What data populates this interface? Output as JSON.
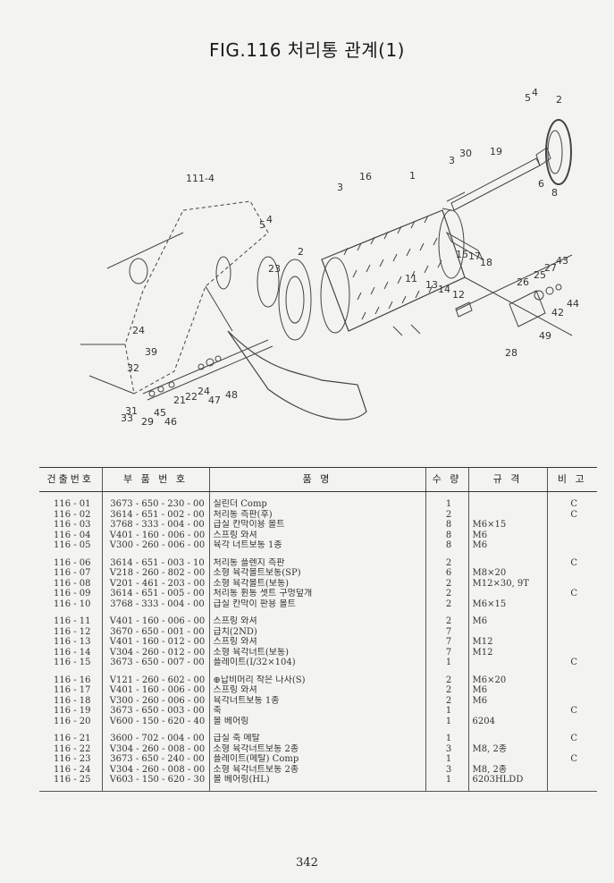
{
  "title": "FIG.116 처리통 관계(1)",
  "diagram_labels": {
    "l1": "5",
    "l2": "4",
    "l3": "2",
    "l4": "30",
    "l5": "19",
    "l6": "3",
    "l7": "6",
    "l8": "8",
    "l9": "111-4",
    "l10": "3",
    "l11": "16",
    "l12": "1",
    "l13": "5",
    "l14": "4",
    "l15": "2",
    "l16": "23",
    "l17": "15",
    "l18": "17",
    "l19": "18",
    "l20": "13",
    "l21": "14",
    "l22": "12",
    "l23": "11",
    "l24": "25",
    "l25": "27",
    "l26": "43",
    "l27": "26",
    "l28": "42",
    "l29": "44",
    "l30": "49",
    "l31": "28",
    "l32": "24",
    "l33": "39",
    "l34": "32",
    "l35": "21",
    "l36": "22",
    "l37": "24",
    "l38": "47",
    "l39": "48",
    "l40": "33",
    "l41": "31",
    "l42": "29",
    "l43": "45",
    "l44": "46"
  },
  "table": {
    "headers": [
      "건출번호",
      "부 품 번 호",
      "품 명",
      "수 량",
      "규 격",
      "비 고"
    ],
    "groups": [
      [
        {
          "no": "116 - 01",
          "part": "3673 - 650 - 230 - 00",
          "name": "실린더 Comp",
          "qty": "1",
          "spec": "",
          "note": "C"
        },
        {
          "no": "116 - 02",
          "part": "3614 - 651 - 002 - 00",
          "name": "처리통 측판(후)",
          "qty": "2",
          "spec": "",
          "note": "C"
        },
        {
          "no": "116 - 03",
          "part": "3768 - 333 - 004 - 00",
          "name": "급실 칸막이용 볼트",
          "qty": "8",
          "spec": "M6×15",
          "note": ""
        },
        {
          "no": "116 - 04",
          "part": "V401 - 160 - 006 - 00",
          "name": "스프링 와셔",
          "qty": "8",
          "spec": "M6",
          "note": ""
        },
        {
          "no": "116 - 05",
          "part": "V300 - 260 - 006 - 00",
          "name": "육각 너트보통 1종",
          "qty": "8",
          "spec": "M6",
          "note": ""
        }
      ],
      [
        {
          "no": "116 - 06",
          "part": "3614 - 651 - 003 - 10",
          "name": "처리통 플렌지 측판",
          "qty": "2",
          "spec": "",
          "note": "C"
        },
        {
          "no": "116 - 07",
          "part": "V218 - 260 - 802 - 00",
          "name": "소형 육각볼트보통(SP)",
          "qty": "6",
          "spec": "M8×20",
          "note": ""
        },
        {
          "no": "116 - 08",
          "part": "V201 - 461 - 203 - 00",
          "name": "소형 육각볼트(보통)",
          "qty": "2",
          "spec": "M12×30, 9T",
          "note": ""
        },
        {
          "no": "116 - 09",
          "part": "3614 - 651 - 005 - 00",
          "name": "처리통 휜통 셋트 구멍덮개",
          "qty": "2",
          "spec": "",
          "note": "C"
        },
        {
          "no": "116 - 10",
          "part": "3768 - 333 - 004 - 00",
          "name": "급실 칸막이 판용 볼트",
          "qty": "2",
          "spec": "M6×15",
          "note": ""
        }
      ],
      [
        {
          "no": "116 - 11",
          "part": "V401 - 160 - 006 - 00",
          "name": "스프링 와셔",
          "qty": "2",
          "spec": "M6",
          "note": ""
        },
        {
          "no": "116 - 12",
          "part": "3670 - 650 - 001 - 00",
          "name": "급치(2ND)",
          "qty": "7",
          "spec": "",
          "note": ""
        },
        {
          "no": "116 - 13",
          "part": "V401 - 160 - 012 - 00",
          "name": "스프링 와셔",
          "qty": "7",
          "spec": "M12",
          "note": ""
        },
        {
          "no": "116 - 14",
          "part": "V304 - 260 - 012 - 00",
          "name": "소형 육각너트(보통)",
          "qty": "7",
          "spec": "M12",
          "note": ""
        },
        {
          "no": "116 - 15",
          "part": "3673 - 650 - 007 - 00",
          "name": "플레이트(I/32×104)",
          "qty": "1",
          "spec": "",
          "note": "C"
        }
      ],
      [
        {
          "no": "116 - 16",
          "part": "V121 - 260 - 602 - 00",
          "name": "⊕납비머리 작은 나사(S)",
          "qty": "2",
          "spec": "M6×20",
          "note": ""
        },
        {
          "no": "116 - 17",
          "part": "V401 - 160 - 006 - 00",
          "name": "스프링 와셔",
          "qty": "2",
          "spec": "M6",
          "note": ""
        },
        {
          "no": "116 - 18",
          "part": "V300 - 260 - 006 - 00",
          "name": "육각너트보통 1종",
          "qty": "2",
          "spec": "M6",
          "note": ""
        },
        {
          "no": "116 - 19",
          "part": "3673 - 650 - 003 - 00",
          "name": "축",
          "qty": "1",
          "spec": "",
          "note": "C"
        },
        {
          "no": "116 - 20",
          "part": "V600 - 150 - 620 - 40",
          "name": "볼 베어링",
          "qty": "1",
          "spec": "6204",
          "note": ""
        }
      ],
      [
        {
          "no": "116 - 21",
          "part": "3600 - 702 - 004 - 00",
          "name": "급실 축 메탈",
          "qty": "1",
          "spec": "",
          "note": "C"
        },
        {
          "no": "116 - 22",
          "part": "V304 - 260 - 008 - 00",
          "name": "소형 육각너트보통 2종",
          "qty": "3",
          "spec": "M8, 2종",
          "note": ""
        },
        {
          "no": "116 - 23",
          "part": "3673 - 650 - 240 - 00",
          "name": "플레이트(메탈) Comp",
          "qty": "1",
          "spec": "",
          "note": "C"
        },
        {
          "no": "116 - 24",
          "part": "V304 - 260 - 008 - 00",
          "name": "소형 육각너트보통 2종",
          "qty": "3",
          "spec": "M8, 2종",
          "note": ""
        },
        {
          "no": "116 - 25",
          "part": "V603 - 150 - 620 - 30",
          "name": "볼 베어링(HL)",
          "qty": "1",
          "spec": "6203HLDD",
          "note": ""
        }
      ]
    ]
  },
  "page_number": "342"
}
